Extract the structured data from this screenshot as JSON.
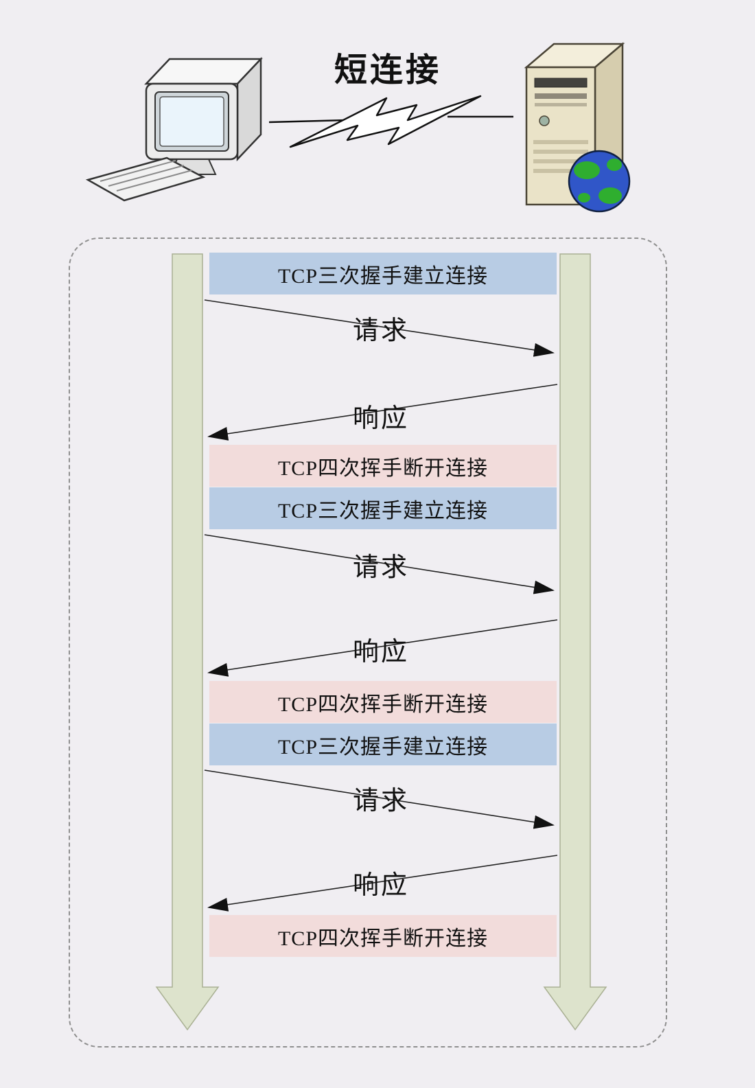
{
  "title": "短连接",
  "sequence": {
    "cycles": [
      {
        "establish": "TCP三次握手建立连接",
        "request": "请求",
        "response": "响应",
        "teardown": "TCP四次挥手断开连接"
      },
      {
        "establish": "TCP三次握手建立连接",
        "request": "请求",
        "response": "响应",
        "teardown": "TCP四次挥手断开连接"
      },
      {
        "establish": "TCP三次握手建立连接",
        "request": "请求",
        "response": "响应",
        "teardown": "TCP四次挥手断开连接"
      }
    ]
  },
  "icons": {
    "client": "desktop-computer-icon",
    "link": "lightning-bolt-icon",
    "server": "server-tower-globe-icon"
  },
  "colors": {
    "background": "#f0eef2",
    "establish_band": "#b8cce4",
    "teardown_band": "#f2dcdb",
    "lifeline_fill": "#dde3cc",
    "lifeline_stroke": "#a9b093",
    "arrow": "#1a1a1a"
  }
}
